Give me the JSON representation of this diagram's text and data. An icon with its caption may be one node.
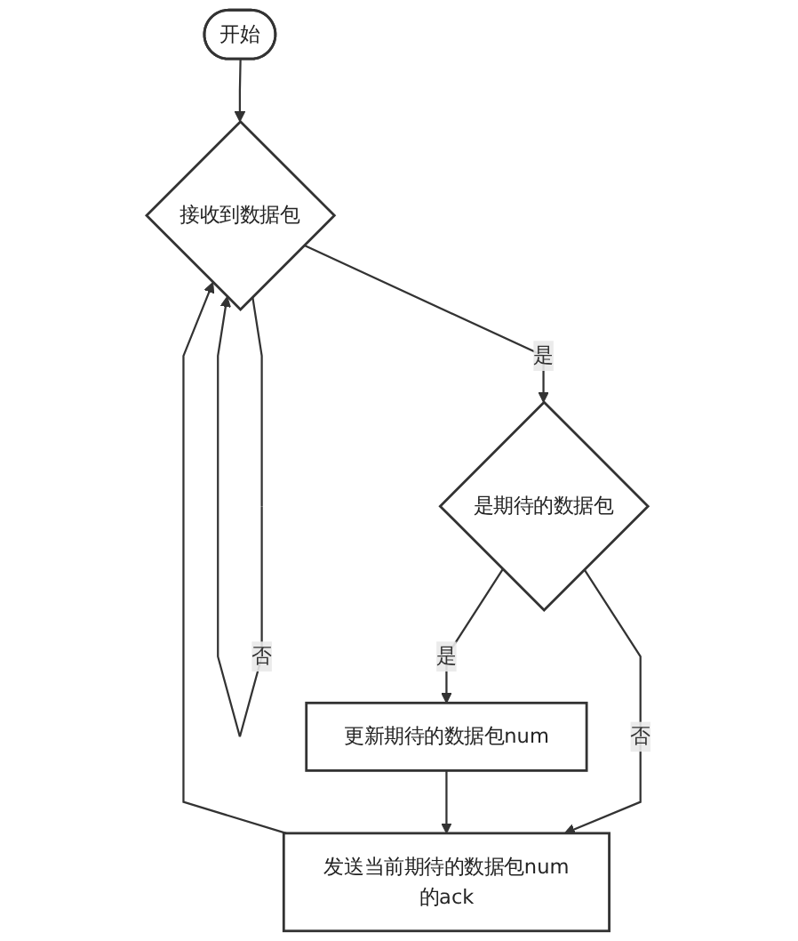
{
  "diagram": {
    "nodes": [
      {
        "text": [
          "开始"
        ]
      },
      {
        "text": [
          "接收到数据包"
        ]
      },
      {
        "text": [
          "是期待的数据包"
        ]
      },
      {
        "text": [
          "发送当前期待的数据包num的ack"
        ]
      },
      {
        "text": [
          "更新期待的数据包num"
        ]
      }
    ],
    "edges": [
      {
        "from": 0,
        "to": 1,
        "arrow": "to"
      },
      {
        "from": 1,
        "to": 1,
        "label": "否",
        "arrow": "to"
      },
      {
        "from": 1,
        "to": 2,
        "label": "是",
        "arrow": "to"
      },
      {
        "from": 2,
        "to": 3,
        "label": "否",
        "arrow": "to"
      },
      {
        "from": 2,
        "to": 4,
        "label": "是",
        "arrow": "to"
      },
      {
        "from": 4,
        "to": 3,
        "arrow": "to"
      },
      {
        "from": 3,
        "to": 1,
        "arrow": "to"
      }
    ]
  }
}
